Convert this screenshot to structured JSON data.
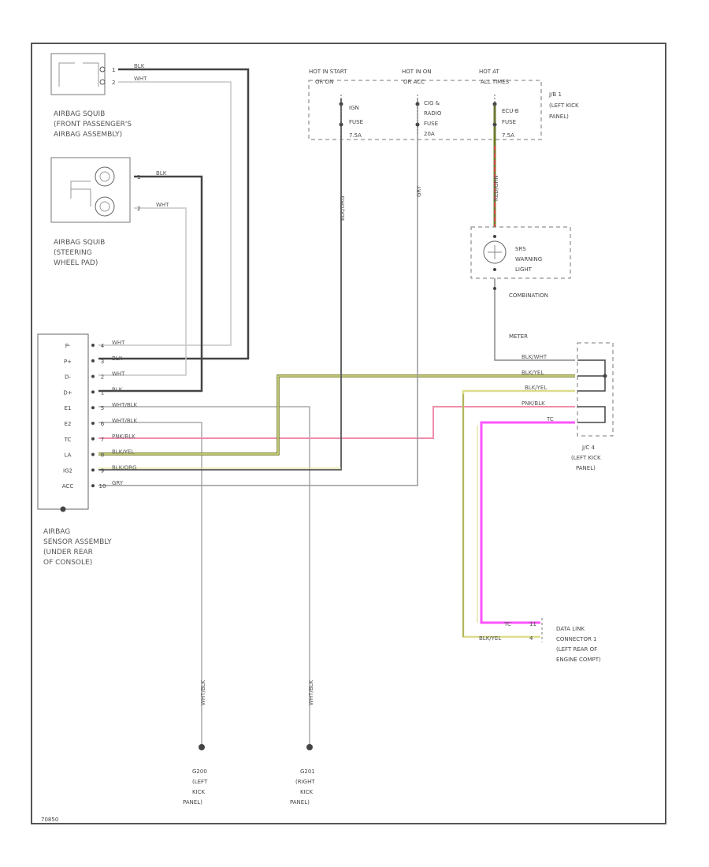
{
  "colors": {
    "frame": "#555555",
    "blk": "#444444",
    "wht": "#bdbdbd",
    "red": "#d04848",
    "pink": "#ff55ff",
    "yel": "#dcdc8c",
    "grn": "#6d7a24",
    "gry": "#aaaaaa"
  },
  "hot": [
    {
      "id": "start",
      "label": "HOT IN START",
      "sub": "OR ON"
    },
    {
      "id": "run",
      "label": "HOT IN ON",
      "sub": "OR ACC"
    },
    {
      "id": "at",
      "label": "HOT AT",
      "sub": "ALL TIMES"
    }
  ],
  "fuses": [
    {
      "id": "ign",
      "lines": [
        "IGN",
        "FUSE",
        "7.5A"
      ]
    },
    {
      "id": "cig",
      "lines": [
        "CIG &",
        "RADIO",
        "FUSE",
        "20A"
      ]
    },
    {
      "id": "ecu",
      "lines": [
        "ECU-B",
        "FUSE",
        "7.5A"
      ]
    }
  ],
  "jb1": [
    "J/B 1",
    "(LEFT KICK",
    "PANEL)"
  ],
  "jc4": [
    "J/C 4",
    "(LEFT KICK",
    "PANEL)"
  ],
  "squib_pass": [
    "AIRBAG SQUIB",
    "(FRONT PASSENGER'S",
    "AIRBAG ASSEMBLY)"
  ],
  "squib_steer": [
    "AIRBAG SQUIB",
    "(STEERING",
    "WHEEL PAD)"
  ],
  "pass_pins": [
    {
      "pin": "1",
      "wire": "BLK"
    },
    {
      "pin": "2",
      "wire": "WHT"
    }
  ],
  "steer_pins": [
    {
      "pin": "1",
      "wire": "BLK"
    },
    {
      "pin": "2",
      "wire": "WHT"
    }
  ],
  "srs_lamp": [
    "SRS",
    "WARNING",
    "LIGHT"
  ],
  "combination_meter": [
    "COMBINATION",
    "METER"
  ],
  "sensor_pins": [
    {
      "name": "P-",
      "pin": "4",
      "wire": "WHT"
    },
    {
      "name": "P+",
      "pin": "3",
      "wire": "BLK"
    },
    {
      "name": "D-",
      "pin": "2",
      "wire": "WHT"
    },
    {
      "name": "D+",
      "pin": "1",
      "wire": "BLK"
    },
    {
      "name": "E1",
      "pin": "5",
      "wire": "WHT/BLK"
    },
    {
      "name": "E2",
      "pin": "6",
      "wire": "WHT/BLK"
    },
    {
      "name": "TC",
      "pin": "7",
      "wire": "PNK/BLK"
    },
    {
      "name": "LA",
      "pin": "8",
      "wire": "BLK/YEL"
    },
    {
      "name": "IG2",
      "pin": "9",
      "wire": "BLK/ORG"
    },
    {
      "name": "ACC",
      "pin": "10",
      "wire": "GRY"
    }
  ],
  "sensor_label": [
    "AIRBAG",
    "SENSOR ASSEMBLY",
    "(UNDER REAR",
    "OF CONSOLE)"
  ],
  "vertical_wires": {
    "ign": "BLK/ORG",
    "cig": "GRY",
    "ecu": "RED/GRN",
    "g200": "WHT/BLK",
    "g201": "WHT/BLK"
  },
  "jc4_wires": [
    {
      "wire": "BLK/WHT"
    },
    {
      "wire": "BLK/YEL"
    },
    {
      "wire": "BLK/YEL"
    },
    {
      "wire": "PNK/BLK"
    },
    {
      "wire": "TC"
    }
  ],
  "dlc_wires": [
    {
      "wire": "TC",
      "pin": "11"
    },
    {
      "wire": "BLK/YEL",
      "pin": "4"
    }
  ],
  "dlc_label": [
    "DATA LINK",
    "CONNECTOR 1",
    "(LEFT REAR OF",
    "ENGINE COMPT)"
  ],
  "grounds": [
    {
      "id": "g200",
      "lines": [
        "G200",
        "(LEFT",
        "KICK",
        "PANEL)"
      ]
    },
    {
      "id": "g201",
      "lines": [
        "G201",
        "(RIGHT",
        "KICK",
        "PANEL)"
      ]
    }
  ],
  "code": "70850"
}
